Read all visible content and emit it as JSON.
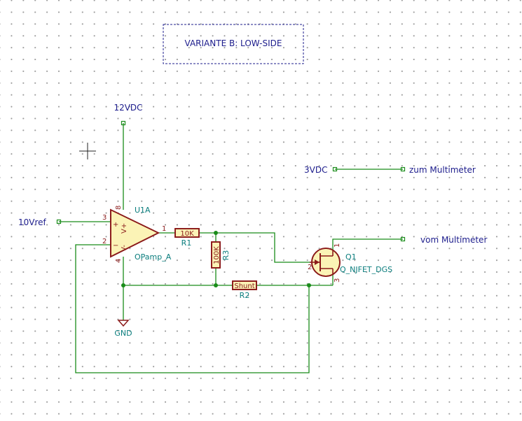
{
  "title_box": {
    "text": "VARIANTE B: LOW-SIDE"
  },
  "power": {
    "vcc_label": "12VDC",
    "gnd_label": "GND",
    "vref_label": "10Vref",
    "v3_label": "3VDC"
  },
  "labels": {
    "to_meter": "zum Multimeter",
    "from_meter": "vom Multimeter"
  },
  "opamp": {
    "ref": "U1A",
    "value": "OPamp_A",
    "pins": {
      "in_plus": "3",
      "in_minus": "2",
      "out": "1",
      "vplus": "8",
      "vminus": "4"
    },
    "marks": {
      "plus": "+",
      "minus": "−",
      "vplus": "V+",
      "vminus": "V-"
    }
  },
  "r1": {
    "ref": "R1",
    "value": "10K"
  },
  "r3": {
    "ref": "R3",
    "value": "100K"
  },
  "r2": {
    "ref": "R2",
    "value": "Shunt"
  },
  "q1": {
    "ref": "Q1",
    "value": "Q_NJFET_DGS",
    "pins": {
      "d": "1",
      "g": "2",
      "s": "3"
    }
  },
  "colors": {
    "wire": "#198c19",
    "symbol": "#8b1a1a",
    "symbol_fill": "#fbf3b6",
    "label": "#1c1c8c",
    "reference": "#0a7d7d"
  }
}
